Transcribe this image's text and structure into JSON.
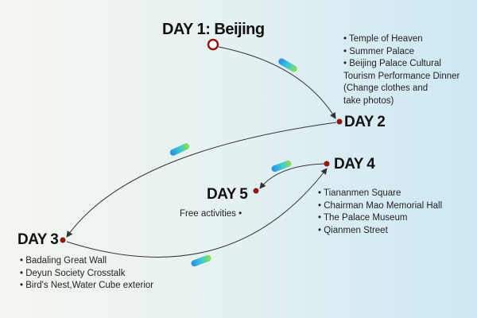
{
  "days": [
    {
      "title": "DAY 1: Beijing"
    },
    {
      "title": "DAY 2",
      "items": [
        "• Temple of Heaven",
        "• Summer Palace",
        "• Beijing Palace Cultural",
        "Tourism Performance Dinner",
        "(Change clothes and",
        "take photos)"
      ]
    },
    {
      "title": "DAY 3",
      "items": [
        "• Badaling Great Wall",
        "• Deyun Society Crosstalk",
        "• Bird's Nest,Water Cube exterior"
      ]
    },
    {
      "title": "DAY 4",
      "items": [
        "• Tiananmen Square",
        "• Chairman Mao Memorial Hall",
        "• The Palace Museum",
        "• Qianmen Street"
      ]
    },
    {
      "title": "DAY 5",
      "items": [
        "Free activities •"
      ]
    }
  ],
  "colors": {
    "marker": "#8b1a10",
    "line": "#333333"
  }
}
